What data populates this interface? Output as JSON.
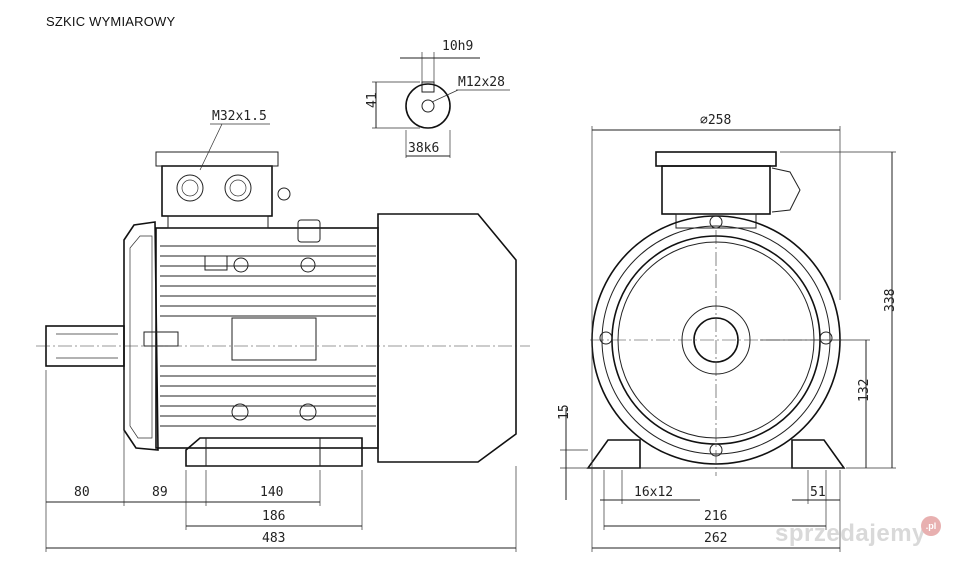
{
  "title": "SZKIC WYMIAROWY",
  "dims": {
    "shaft_key": "10h9",
    "shaft_thread": "M12x28",
    "shaft_height": "41",
    "shaft_diameter": "38k6",
    "cable_gland": "M32x1.5",
    "flange_diameter": "⌀258",
    "overall_height": "338",
    "shaft_center_height": "132",
    "foot_height": "15",
    "foot_hole": "16x12",
    "foot_width": "51",
    "mount_width": "216",
    "overall_width": "262",
    "shaft_length": "80",
    "shaft_to_foot": "89",
    "foot_spacing": "140",
    "foot_length": "186",
    "overall_length": "483"
  },
  "watermark": {
    "text": "sprzedajemy",
    "badge": ".pl"
  }
}
